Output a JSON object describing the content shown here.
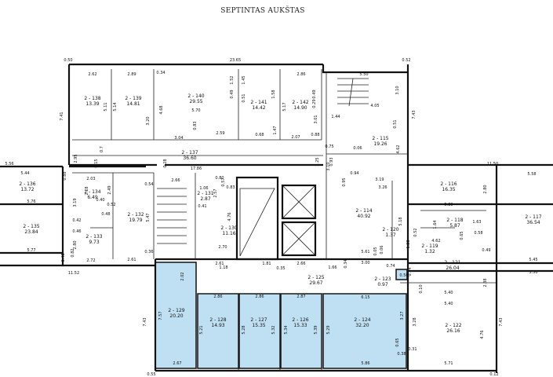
{
  "title": "SEPTINTAS AUKŠTAS",
  "colors": {
    "highlight": "#bfe0f2",
    "wall": "#111111"
  },
  "rooms": {
    "r138": {
      "id": "2 - 138",
      "area": "13.39"
    },
    "r139": {
      "id": "2 - 139",
      "area": "14.81"
    },
    "r140": {
      "id": "2 - 140",
      "area": "29.55"
    },
    "r141": {
      "id": "2 - 141",
      "area": "14.42"
    },
    "r142": {
      "id": "2 - 142",
      "area": "14.90"
    },
    "r115": {
      "id": "2 - 115",
      "area": "19.26"
    },
    "r137": {
      "id": "2 - 137",
      "area": "36.60"
    },
    "r136": {
      "id": "2 - 136",
      "area": "13.72"
    },
    "r135": {
      "id": "2 - 135",
      "area": "23.84"
    },
    "r134": {
      "id": "2 - 134",
      "area": "6.49"
    },
    "r133": {
      "id": "2 - 133",
      "area": "9.73"
    },
    "r132": {
      "id": "2 - 132",
      "area": "19.79"
    },
    "r131": {
      "id": "2 - 131",
      "area": "2.87"
    },
    "r130": {
      "id": "2 - 130",
      "area": "11.16"
    },
    "r116": {
      "id": "2 - 116",
      "area": "16.35"
    },
    "r117": {
      "id": "2 - 117",
      "area": "36.54"
    },
    "r114": {
      "id": "2 - 114",
      "area": "40.92"
    },
    "r118": {
      "id": "2 - 118",
      "area": "5.87"
    },
    "r119": {
      "id": "2 - 119",
      "area": "1.32"
    },
    "r120": {
      "id": "2 - 120",
      "area": "1.37"
    },
    "r121": {
      "id": "2 - 121",
      "area": "26.04"
    },
    "r125": {
      "id": "2 - 125",
      "area": "29.67"
    },
    "r123": {
      "id": "2 - 123",
      "area": "0.97"
    },
    "r129": {
      "id": "2 - 129",
      "area": "20.20"
    },
    "r128": {
      "id": "2 - 128",
      "area": "14.93"
    },
    "r127": {
      "id": "2 - 127",
      "area": "15.35"
    },
    "r126": {
      "id": "2 - 126",
      "area": "15.33"
    },
    "r124": {
      "id": "2 - 124",
      "area": "32.20"
    },
    "r122": {
      "id": "2 - 122",
      "area": "26.16"
    }
  },
  "dims": {
    "d0_50a": "0.50",
    "d23_65": "23.65",
    "d0_52a": "0.52",
    "d2_62": "2.62",
    "d2_89": "2.89",
    "d0_34": "0.34",
    "d2_86a": "2.86",
    "d5_50": "5.50",
    "d7_41": "7.41",
    "d5_11": "5.11",
    "d5_14": "5.14",
    "d3_20": "3.20",
    "d4_68": "4.68",
    "d5_70": "5.70",
    "d0_49a": "0.49",
    "d1_52": "1.52",
    "d1_45": "1.45",
    "d0_51": "0.51",
    "d1_58": "1.58",
    "d0_49b": "0.49",
    "d0_29": "0.29",
    "d5_17": "5.17",
    "d3_01": "3.01",
    "d3_10": "3.10",
    "d4_05": "4.05",
    "d7_43a": "7.43",
    "d1_44": "1.44",
    "d0_51b": "0.51",
    "d3_04": "3.04",
    "d2_59": "2.59",
    "d0_68": "0.68",
    "d1_47": "1.47",
    "d2_07": "2.07",
    "d0_88": "0.88",
    "d0_06": "0.06",
    "d4_62": "4.62",
    "d0_75": "0.75",
    "d0_83": "0.83",
    "d0_7": "0.7",
    "d3_19": "3.19",
    "d3_26": "3.26",
    "d17_86": "17.86",
    "d2_95": "2.95",
    "d0_15": "0.15",
    "d0_28": "0.28",
    "d2_25": "2.25",
    "d0_93": "0.93",
    "d0_94": "0.94",
    "d0_95": "0.95",
    "d5_56": "5.56",
    "d5_44": "5.44",
    "d11_50": "11.50",
    "d5_58": "5.58",
    "d0_88b": "0.88",
    "d5_76": "5.76",
    "d5_77": "5.77",
    "d0_48": "0.48",
    "d0_82": "0.82",
    "d11_52": "11.52",
    "d2_03": "2.03",
    "d2_72": "2.72",
    "d3_19b": "3.19",
    "d0_40": "0.40",
    "d0_52b": "0.52",
    "d0_48b": "0.48",
    "d2_49": "2.49",
    "d2_18": "2.18",
    "d0_42": "0.42",
    "d0_46": "0.46",
    "d2_80": "2.80",
    "d0_54": "0.54",
    "d2_66": "2.66",
    "d5_47": "5.47",
    "d2_61": "2.61",
    "d0_36": "0.36",
    "d1_06": "1.06",
    "d0_80": "0.80",
    "d0_57": "0.57",
    "d2_57": "2.57",
    "d0_83b": "0.83",
    "d0_41": "0.41",
    "d4_76": "4.76",
    "d2_70": "2.70",
    "d3_10b": "3.10",
    "d5_89": "5.89",
    "d2_80b": "2.80",
    "d5_18": "5.18",
    "d1_28": "1.28",
    "d0_52c": "0.52",
    "d1_64": "1.64",
    "d1_63": "1.63",
    "d0_58": "0.58",
    "d4_62b": "4.62",
    "d0_65": "0.65",
    "d0_49c": "0.49",
    "d0_06b": "0.06",
    "d5_61": "5.61",
    "d0_05": "0.05",
    "d5_45": "5.45",
    "d5_50b": "5.50",
    "d1_18": "1.18",
    "d1_81": "1.81",
    "d0_35": "0.35",
    "d2_66b": "2.66",
    "d1_66": "1.66",
    "d0_34b": "0.34",
    "d3_00": "3.00",
    "d0_74": "0.74",
    "d0_14": "0.14",
    "d0_56": "0.56",
    "d0_10": "0.10",
    "d2_38": "2.38",
    "d5_40": "5.40",
    "d5_40b": "5.40",
    "d2_61b": "2.61",
    "d2_02": "2.02",
    "d2_86b": "2.86",
    "d2_86c": "2.86",
    "d2_87": "2.87",
    "d6_15": "6.15",
    "d7_57": "7.57",
    "d7_43b": "7.43",
    "d5_21": "5.21",
    "d5_28": "5.28",
    "d5_32": "5.32",
    "d5_34": "5.34",
    "d5_39": "5.39",
    "d5_29": "5.29",
    "d3_27": "3.27",
    "d3_28": "3.28",
    "d0_65b": "0.65",
    "d0_31": "0.31",
    "d0_38": "0.38",
    "d2_67": "2.67",
    "d5_86": "5.86",
    "d5_71": "5.71",
    "d4_76b": "4.76",
    "d7_43c": "7.43",
    "d0_55": "0.55",
    "d0_12": "0.12"
  }
}
